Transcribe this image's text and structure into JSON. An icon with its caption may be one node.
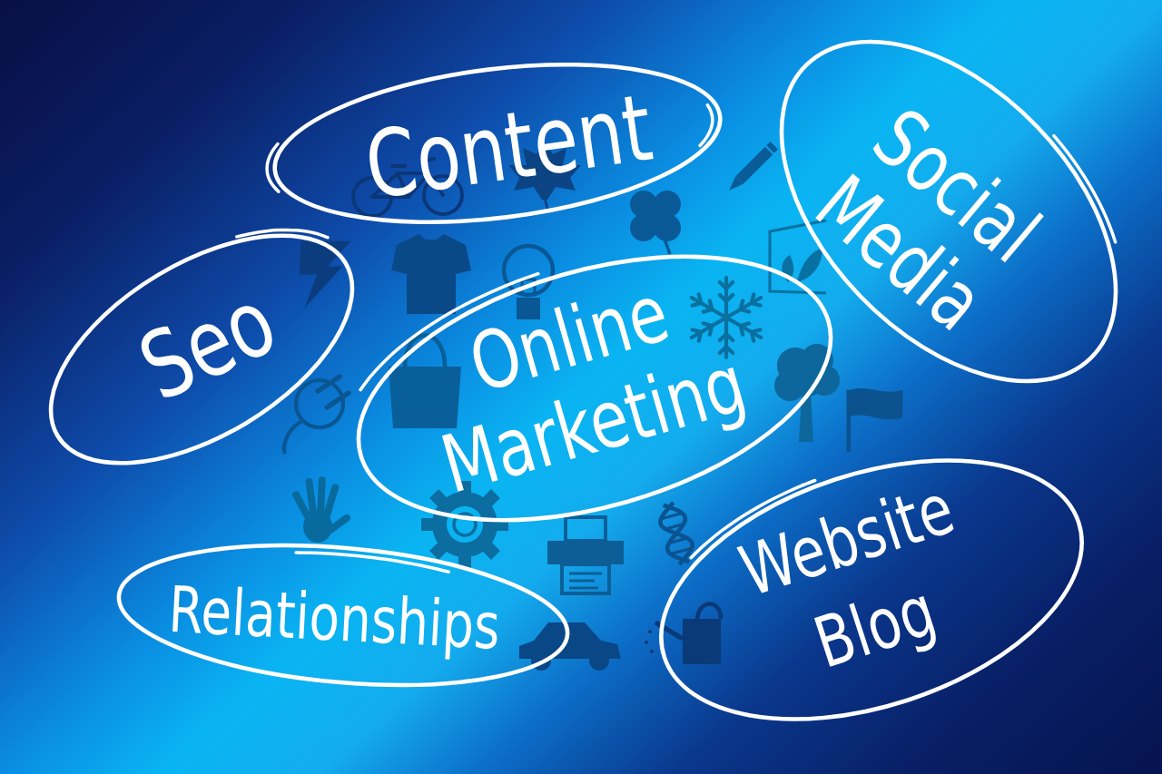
{
  "diagram": {
    "nodes": [
      {
        "text": [
          "Content"
        ]
      },
      {
        "text": [
          "Social Media"
        ]
      },
      {
        "text": [
          "Seo"
        ]
      },
      {
        "text": [
          "Online Marketing"
        ]
      },
      {
        "text": [
          "Relationships"
        ]
      },
      {
        "text": [
          "Website Blog"
        ]
      }
    ]
  }
}
